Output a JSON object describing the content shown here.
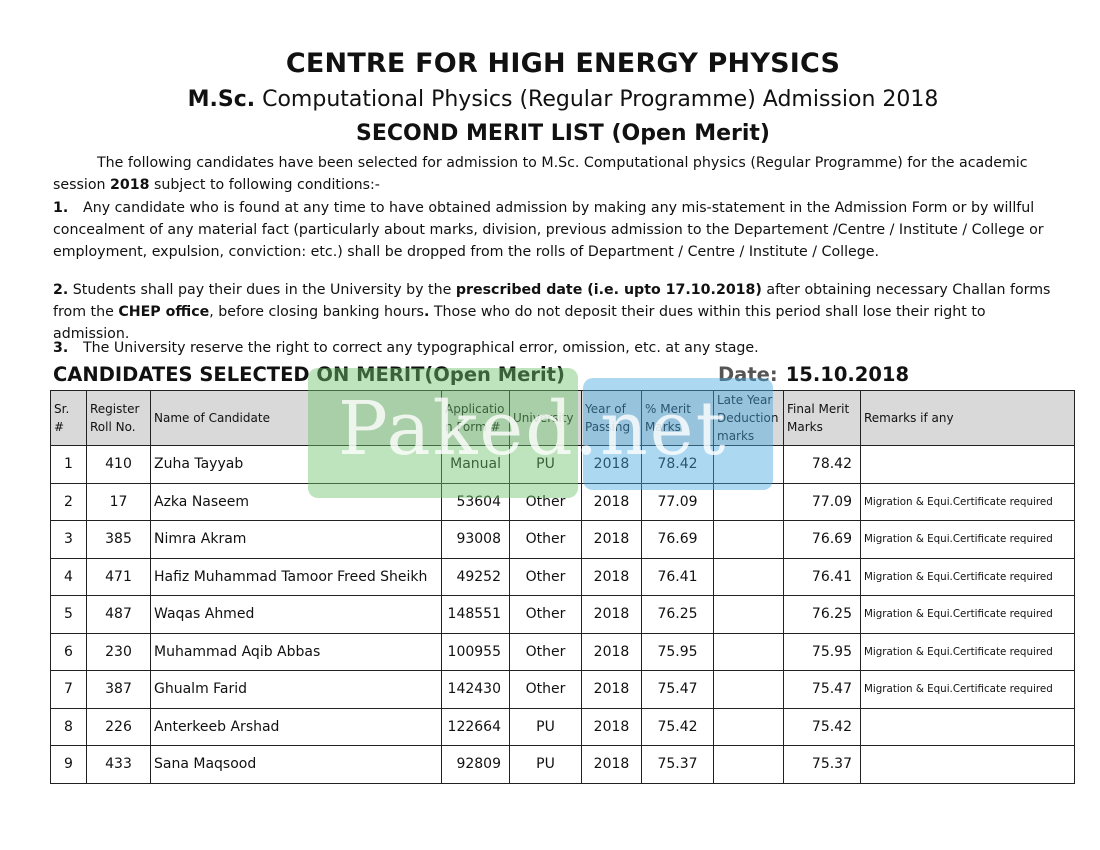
{
  "header": {
    "title": "CENTRE FOR HIGH ENERGY PHYSICS",
    "program_bold": "M.Sc.",
    "program_rest": " Computational Physics (Regular Programme)  Admission 2018",
    "list_title": "SECOND MERIT LIST (Open Merit)"
  },
  "intro": {
    "text_a": "The following candidates have been selected for admission to M.Sc. Computational physics (Regular Programme) for the academic session ",
    "year": "2018",
    "text_b": " subject to following conditions:-"
  },
  "conditions": {
    "c1_num": "1.",
    "c1_text": "Any candidate who is found at any time to have obtained admission by making any mis-statement in the Admission Form or by willful concealment of any material fact (particularly about marks, division, previous admission to the Departement /Centre / Institute / College or employment, expulsion, conviction: etc.) shall be dropped from the rolls of Department / Centre / Institute / College.",
    "c2_num": "2.",
    "c2_a": " Students shall pay their dues in the University by the ",
    "c2_bold1": "prescribed date (i.e. upto 17.10.2018)",
    "c2_b": " after obtaining necessary Challan forms from the ",
    "c2_bold2": "CHEP office",
    "c2_c": ", before closing banking hours",
    "c2_bold3": ".",
    "c2_d": " Those who do not deposit their dues within this period shall lose their right to admission.",
    "c3_num": "3.",
    "c3_text": "The University reserve the right to correct any typographical error, omission, etc. at any stage."
  },
  "section_heading": "CANDIDATES SELECTED ON MERIT(Open Merit)",
  "date_label": "Date:",
  "date_value": "15.10.2018",
  "watermark": "Paked.net",
  "table": {
    "headers": [
      "Sr. #",
      "Register Roll No.",
      "Name of Candidate",
      "Application Form #",
      "University",
      "Year of Passing",
      "% Merit Marks",
      "Late Year Deduction marks",
      "Final Merit Marks",
      "Remarks if any"
    ],
    "rows": [
      [
        "1",
        "410",
        "Zuha Tayyab",
        "Manual",
        "PU",
        "2018",
        "78.42",
        "",
        "78.42",
        ""
      ],
      [
        "2",
        "17",
        "Azka Naseem",
        "53604",
        "Other",
        "2018",
        "77.09",
        "",
        "77.09",
        "Migration & Equi.Certificate required"
      ],
      [
        "3",
        "385",
        "Nimra Akram",
        "93008",
        "Other",
        "2018",
        "76.69",
        "",
        "76.69",
        "Migration & Equi.Certificate required"
      ],
      [
        "4",
        "471",
        "Hafiz Muhammad Tamoor Freed Sheikh",
        "49252",
        "Other",
        "2018",
        "76.41",
        "",
        "76.41",
        "Migration & Equi.Certificate required"
      ],
      [
        "5",
        "487",
        "Waqas Ahmed",
        "148551",
        "Other",
        "2018",
        "76.25",
        "",
        "76.25",
        "Migration & Equi.Certificate required"
      ],
      [
        "6",
        "230",
        "Muhammad Aqib Abbas",
        "100955",
        "Other",
        "2018",
        "75.95",
        "",
        "75.95",
        "Migration & Equi.Certificate required"
      ],
      [
        "7",
        "387",
        "Ghualm Farid",
        "142430",
        "Other",
        "2018",
        "75.47",
        "",
        "75.47",
        "Migration & Equi.Certificate required"
      ],
      [
        "8",
        "226",
        "Anterkeeb Arshad",
        "122664",
        "PU",
        "2018",
        "75.42",
        "",
        "75.42",
        ""
      ],
      [
        "9",
        "433",
        "Sana Maqsood",
        "92809",
        "PU",
        "2018",
        "75.37",
        "",
        "75.37",
        ""
      ]
    ]
  }
}
